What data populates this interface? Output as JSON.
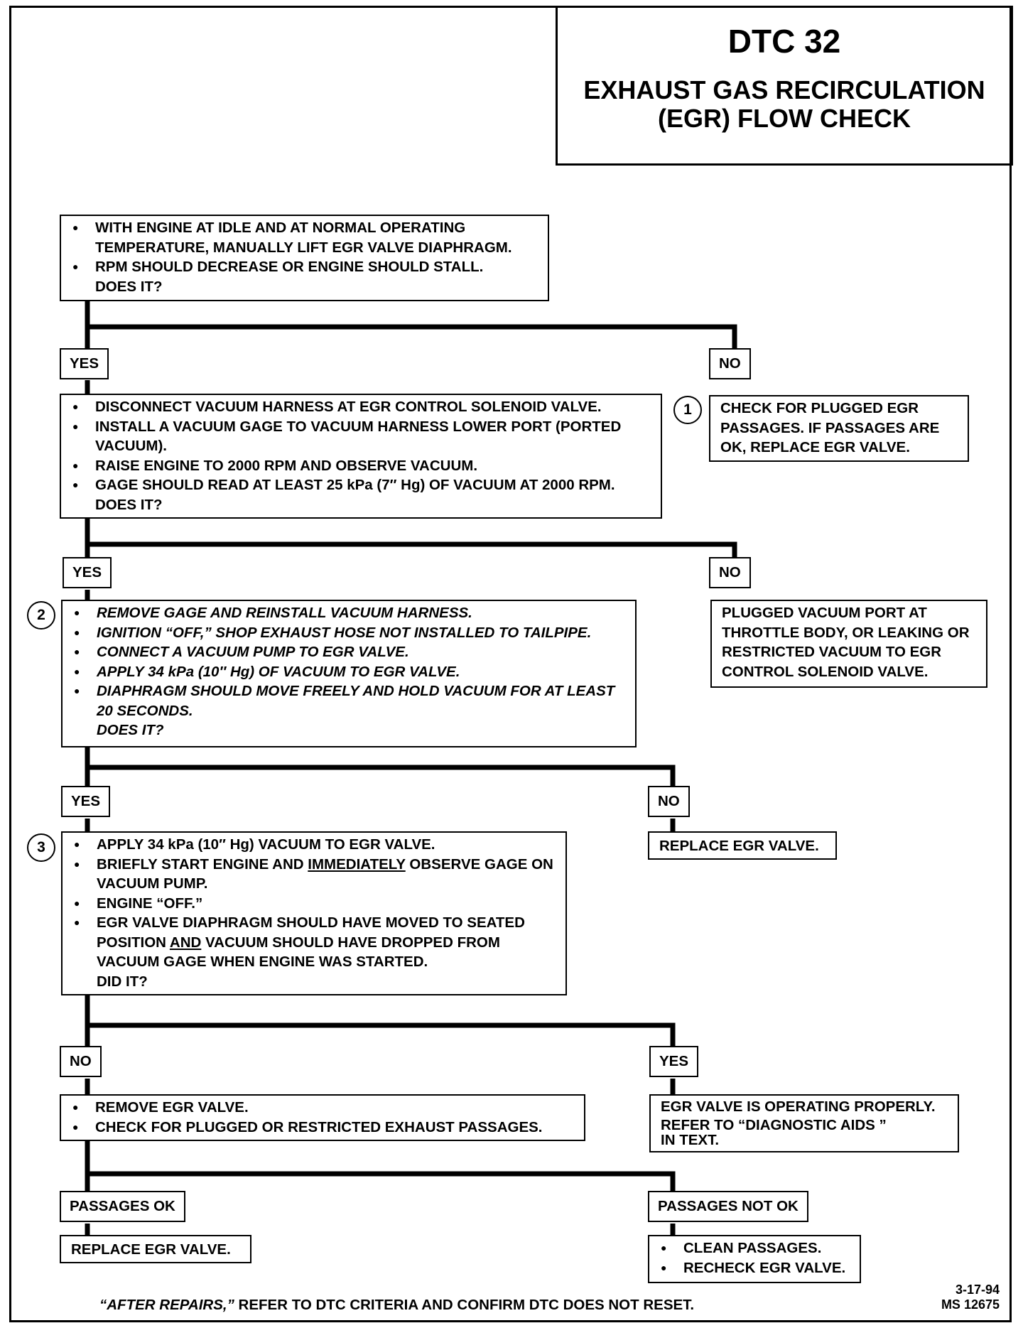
{
  "title": {
    "dtc": "DTC 32",
    "line1": "EXHAUST GAS RECIRCULATION",
    "line2": "(EGR) FLOW CHECK"
  },
  "step0": {
    "bullets": [
      "WITH ENGINE AT IDLE AND AT NORMAL OPERATING TEMPERATURE, MANUALLY LIFT EGR VALVE DIAPHRAGM.",
      "RPM SHOULD DECREASE OR ENGINE SHOULD STALL."
    ],
    "question": "DOES IT?"
  },
  "step1": {
    "bullets": [
      "DISCONNECT VACUUM HARNESS AT EGR CONTROL SOLENOID VALVE.",
      "INSTALL A VACUUM GAGE TO VACUUM HARNESS LOWER PORT (PORTED VACUUM).",
      "RAISE ENGINE TO 2000 RPM AND OBSERVE VACUUM.",
      "GAGE SHOULD READ AT LEAST 25 kPa (7″ Hg) OF VACUUM AT 2000 RPM."
    ],
    "question": "DOES IT?"
  },
  "step1_no": {
    "num": "1",
    "text": "CHECK FOR PLUGGED EGR PASSAGES.  IF PASSAGES ARE OK, REPLACE EGR VALVE."
  },
  "step2": {
    "num": "2",
    "bullets": [
      "REMOVE GAGE AND REINSTALL VACUUM HARNESS.",
      "IGNITION “OFF,” SHOP EXHAUST HOSE NOT INSTALLED TO TAILPIPE.",
      "CONNECT A VACUUM PUMP TO EGR VALVE.",
      "APPLY 34 kPa (10″ Hg) OF VACUUM TO EGR VALVE.",
      "DIAPHRAGM SHOULD MOVE FREELY AND HOLD VACUUM FOR AT LEAST 20 SECONDS."
    ],
    "question": "DOES IT?"
  },
  "step2_no": {
    "text": "PLUGGED VACUUM PORT AT THROTTLE BODY, OR  LEAKING OR RESTRICTED VACUUM TO EGR CONTROL SOLENOID VALVE."
  },
  "step3": {
    "num": "3",
    "b1": "APPLY 34 kPa (10″ Hg) VACUUM TO EGR VALVE.",
    "b2_pre": "BRIEFLY START ENGINE AND ",
    "b2_em": "IMMEDIATELY",
    "b2_post": " OBSERVE GAGE ON VACUUM PUMP.",
    "b3": "ENGINE “OFF.”",
    "b4_pre": "EGR VALVE DIAPHRAGM SHOULD HAVE MOVED TO SEATED POSITION ",
    "b4_em": "AND",
    "b4_post": " VACUUM SHOULD HAVE DROPPED FROM VACUUM GAGE WHEN ENGINE WAS STARTED.",
    "question": "DID IT?"
  },
  "step3_no_replace": "REPLACE EGR VALVE.",
  "step4": {
    "bullets": [
      "REMOVE EGR VALVE.",
      "CHECK FOR PLUGGED OR RESTRICTED EXHAUST PASSAGES."
    ]
  },
  "step4_yes": {
    "line1": "EGR VALVE IS OPERATING PROPERLY.",
    "line2": "REFER TO “DIAGNOSTIC AIDS ”",
    "line3": "IN TEXT."
  },
  "labels": {
    "yes": "YES",
    "no": "NO",
    "passages_ok": "PASSAGES OK",
    "passages_not_ok": "PASSAGES NOT OK"
  },
  "final_ok": "REPLACE EGR VALVE.",
  "final_not_ok": {
    "bullets": [
      "CLEAN PASSAGES.",
      "RECHECK EGR VALVE."
    ]
  },
  "footer": {
    "em": "“AFTER REPAIRS,”",
    "rest": " REFER TO DTC CRITERIA AND CONFIRM DTC DOES NOT RESET."
  },
  "stamp": {
    "date": "3-17-94",
    "code": "MS 12675"
  }
}
